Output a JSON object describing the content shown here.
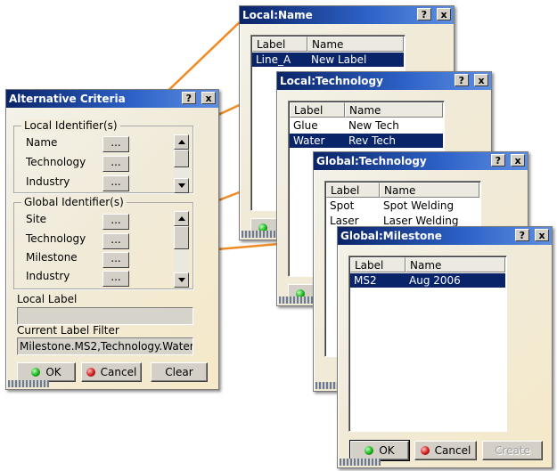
{
  "alt_criteria": {
    "title": "Alternative Criteria",
    "local_group": "Local Identifier(s)",
    "local_items": [
      "Name",
      "Technology",
      "Industry"
    ],
    "global_group": "Global Identifier(s)",
    "global_items": [
      "Site",
      "Technology",
      "Milestone",
      "Industry"
    ],
    "dots_label": "...",
    "local_label_caption": "Local Label",
    "local_label_value": "",
    "filter_caption": "Current Label Filter",
    "filter_value": "Milestone.MS2,Technology.Water",
    "ok": "OK",
    "cancel": "Cancel",
    "clear": "Clear"
  },
  "local_name": {
    "title": "Local:Name",
    "columns": [
      "Label",
      "Name"
    ],
    "rows": [
      {
        "label": "Line_A",
        "name": "New Label",
        "selected": true
      }
    ]
  },
  "local_technology": {
    "title": "Local:Technology",
    "columns": [
      "Label",
      "Name"
    ],
    "rows": [
      {
        "label": "Glue",
        "name": "New Tech",
        "selected": false
      },
      {
        "label": "Water",
        "name": "Rev Tech",
        "selected": true
      }
    ]
  },
  "global_technology": {
    "title": "Global:Technology",
    "columns": [
      "Label",
      "Name"
    ],
    "rows": [
      {
        "label": "Spot",
        "name": "Spot Welding",
        "selected": false
      },
      {
        "label": "Laser",
        "name": "Laser Welding",
        "selected": false
      }
    ]
  },
  "global_milestone": {
    "title": "Global:Milestone",
    "columns": [
      "Label",
      "Name"
    ],
    "rows": [
      {
        "label": "MS2",
        "name": "Aug 2006",
        "selected": true
      }
    ],
    "ok": "OK",
    "cancel": "Cancel",
    "create": "Create"
  },
  "window_buttons": {
    "help": "?",
    "close": "x"
  },
  "colors": {
    "title_gradient_start": "#0a2468",
    "title_gradient_end": "#5f8fe0",
    "selection": "#0a246a",
    "connector": "#f08a24"
  }
}
